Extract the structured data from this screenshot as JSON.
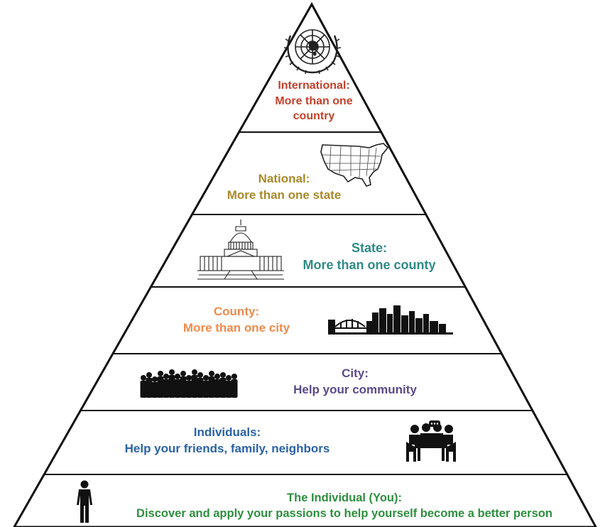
{
  "levels": [
    {
      "key": "international",
      "title": "International:",
      "lines": [
        "More than one",
        "country"
      ],
      "color": "#c4412a",
      "icon": "un-emblem-icon"
    },
    {
      "key": "national",
      "title": "National:",
      "lines": [
        "More than one state"
      ],
      "color": "#a8892a",
      "icon": "usa-map-icon"
    },
    {
      "key": "state",
      "title": "State:",
      "lines": [
        "More than one county"
      ],
      "color": "#2f8a86",
      "icon": "capitol-building-icon"
    },
    {
      "key": "county",
      "title": "County:",
      "lines": [
        "More than one city"
      ],
      "color": "#f08a4a",
      "icon": "city-skyline-icon"
    },
    {
      "key": "city",
      "title": "City:",
      "lines": [
        "Help your community"
      ],
      "color": "#5a4a8a",
      "icon": "crowd-icon"
    },
    {
      "key": "individuals",
      "title": "Individuals:",
      "lines": [
        "Help your friends, family, neighbors"
      ],
      "color": "#2a62a8",
      "icon": "group-table-icon"
    },
    {
      "key": "you",
      "title": "The Individual (You):",
      "lines": [
        "Discover and apply your passions to help yourself become a better person"
      ],
      "color": "#2e8f3e",
      "icon": "person-icon"
    }
  ]
}
